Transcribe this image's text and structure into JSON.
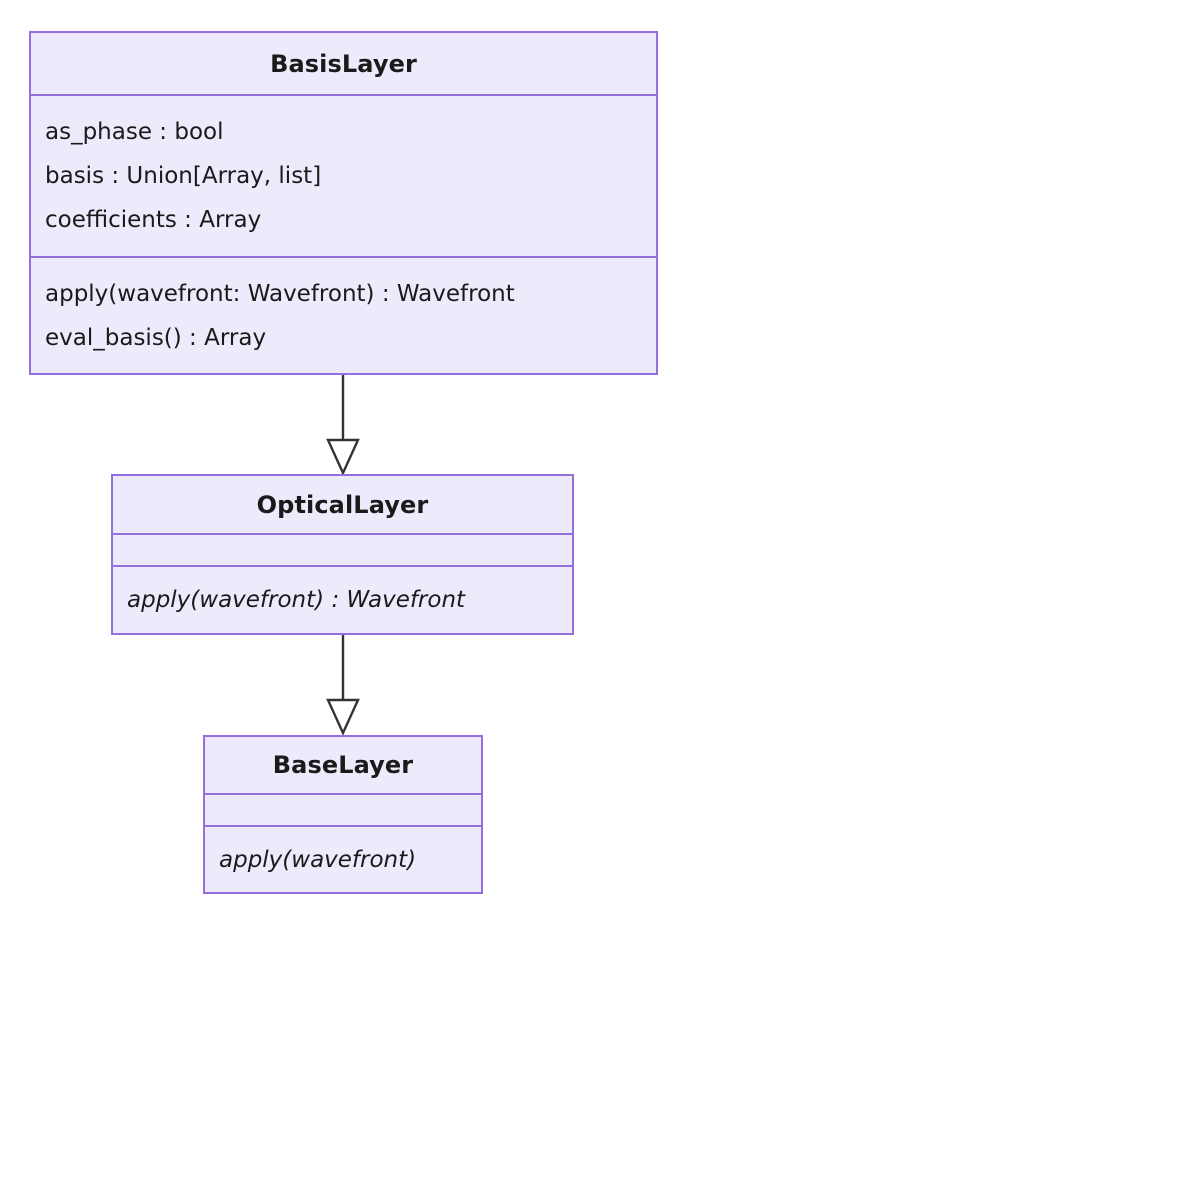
{
  "diagram": {
    "kind": "uml-class-diagram",
    "background_color": "#ffffff",
    "class_fill_color": "#ECEAFB",
    "class_border_color": "#9370DB",
    "edge_color": "#333333",
    "text_color": "#1a1a1a"
  },
  "classes": [
    {
      "id": "basislayer",
      "name": "BasisLayer",
      "abstract": false,
      "attributes": [
        "as_phase : bool",
        "basis : Union[Array, list]",
        "coefficients : Array"
      ],
      "methods": [
        "apply(wavefront: Wavefront) : Wavefront",
        "eval_basis() : Array"
      ]
    },
    {
      "id": "opticallayer",
      "name": "OpticalLayer",
      "abstract": true,
      "attributes": [],
      "methods": [
        "apply(wavefront) : Wavefront"
      ]
    },
    {
      "id": "baselayer",
      "name": "BaseLayer",
      "abstract": true,
      "attributes": [],
      "methods": [
        "apply(wavefront)"
      ]
    }
  ],
  "relationships": [
    {
      "id": "basislayer-to-opticallayer",
      "type": "generalization",
      "label": "",
      "from": "BasisLayer",
      "to": "OpticalLayer"
    },
    {
      "id": "opticallayer-to-baselayer",
      "type": "generalization",
      "label": "",
      "from": "OpticalLayer",
      "to": "BaseLayer"
    }
  ]
}
